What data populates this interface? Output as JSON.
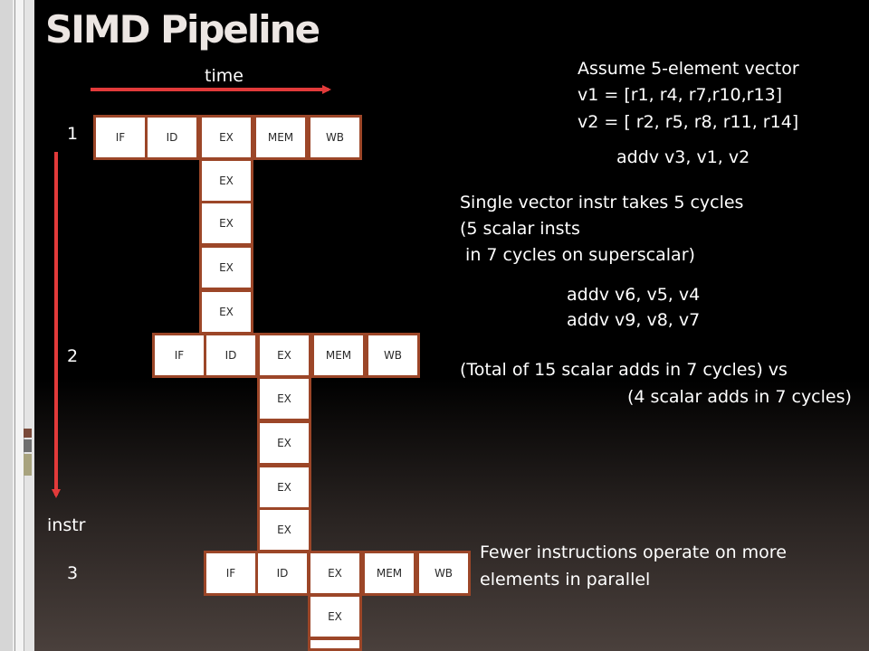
{
  "title": "SIMD Pipeline",
  "axis": {
    "time_label": "time",
    "instr_label": "instr"
  },
  "rows": [
    {
      "number": "1",
      "stages": [
        "IF",
        "ID",
        "EX",
        "MEM",
        "WB"
      ],
      "extra_ex": [
        "EX",
        "EX",
        "EX",
        "EX"
      ]
    },
    {
      "number": "2",
      "stages": [
        "IF",
        "ID",
        "EX",
        "MEM",
        "WB"
      ],
      "extra_ex": [
        "EX",
        "EX",
        "EX",
        "EX"
      ]
    },
    {
      "number": "3",
      "stages": [
        "IF",
        "ID",
        "EX",
        "MEM",
        "WB"
      ],
      "extra_ex": [
        "EX",
        ""
      ]
    }
  ],
  "assume": {
    "line1": "Assume 5-element vector",
    "line2": "v1 = [r1, r4, r7,r10,r13]",
    "line3": "v2 = [ r2, r5, r8, r11, r14]",
    "instr": "addv  v3, v1, v2"
  },
  "single": {
    "line1": "Single vector instr takes 5 cycles",
    "line2": "(5 scalar insts",
    "line3": " in 7 cycles on superscalar)"
  },
  "more_instrs": {
    "line1": "addv  v6, v5, v4",
    "line2": "addv  v9, v8, v7"
  },
  "total": {
    "line1": "(Total of 15 scalar adds in 7 cycles) vs",
    "line2": "(4 scalar adds in 7 cycles)"
  },
  "fewer": {
    "line1": "Fewer instructions operate on more",
    "line2": "elements in parallel"
  },
  "colors": {
    "arrow": "#e23a3a",
    "stage_border": "#9c4628",
    "background": "#000000"
  }
}
